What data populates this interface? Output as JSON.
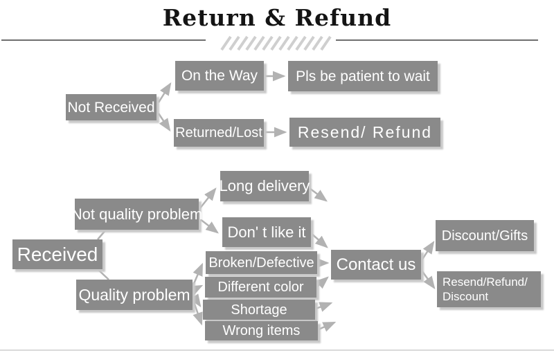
{
  "header": {
    "title": "Return & Refund"
  },
  "colors": {
    "box_fill": "#8a8a8a",
    "box_shadow": "#c8c8c8",
    "arrow": "#b2b2b2",
    "title_text": "#141414",
    "rule": "#6e6e6e",
    "hatch": "#cfcfcf"
  },
  "flow_not_received": {
    "root": "Not Received",
    "on_the_way": "On the Way",
    "pls_wait": "Pls be patient to wait",
    "returned_lost": "Returned/Lost",
    "resend_refund": "Resend/ Refund"
  },
  "flow_received": {
    "root": "Received",
    "not_quality_problem": "Not quality problem",
    "quality_problem": "Quality problem",
    "long_delivery": "Long delivery",
    "dont_like_it": "Don' t like it",
    "broken_defective": "Broken/Defective",
    "different_color": "Different color",
    "shortage": "Shortage",
    "wrong_items": "Wrong items",
    "contact_us": "Contact us",
    "discount_gifts": "Discount/Gifts",
    "resend_refund_discount_line1": "Resend/Refund/",
    "resend_refund_discount_line2": "Discount"
  },
  "edges": [
    {
      "from": "Not Received",
      "to": "On the Way"
    },
    {
      "from": "Not Received",
      "to": "Returned/Lost"
    },
    {
      "from": "On the Way",
      "to": "Pls be patient to wait"
    },
    {
      "from": "Returned/Lost",
      "to": "Resend/ Refund"
    },
    {
      "from": "Received",
      "to": "Not quality problem"
    },
    {
      "from": "Received",
      "to": "Quality problem"
    },
    {
      "from": "Not quality problem",
      "to": "Long delivery"
    },
    {
      "from": "Not quality problem",
      "to": "Don' t like it"
    },
    {
      "from": "Quality problem",
      "to": "Broken/Defective"
    },
    {
      "from": "Quality problem",
      "to": "Different color"
    },
    {
      "from": "Quality problem",
      "to": "Shortage"
    },
    {
      "from": "Quality problem",
      "to": "Wrong items"
    },
    {
      "from": "Long delivery",
      "to": "Contact us"
    },
    {
      "from": "Don' t like it",
      "to": "Contact us"
    },
    {
      "from": "Broken/Defective",
      "to": "Contact us"
    },
    {
      "from": "Different color",
      "to": "Contact us"
    },
    {
      "from": "Shortage",
      "to": "Contact us"
    },
    {
      "from": "Wrong items",
      "to": "Contact us"
    },
    {
      "from": "Contact us",
      "to": "Discount/Gifts"
    },
    {
      "from": "Contact us",
      "to": "Resend/Refund/Discount"
    }
  ]
}
